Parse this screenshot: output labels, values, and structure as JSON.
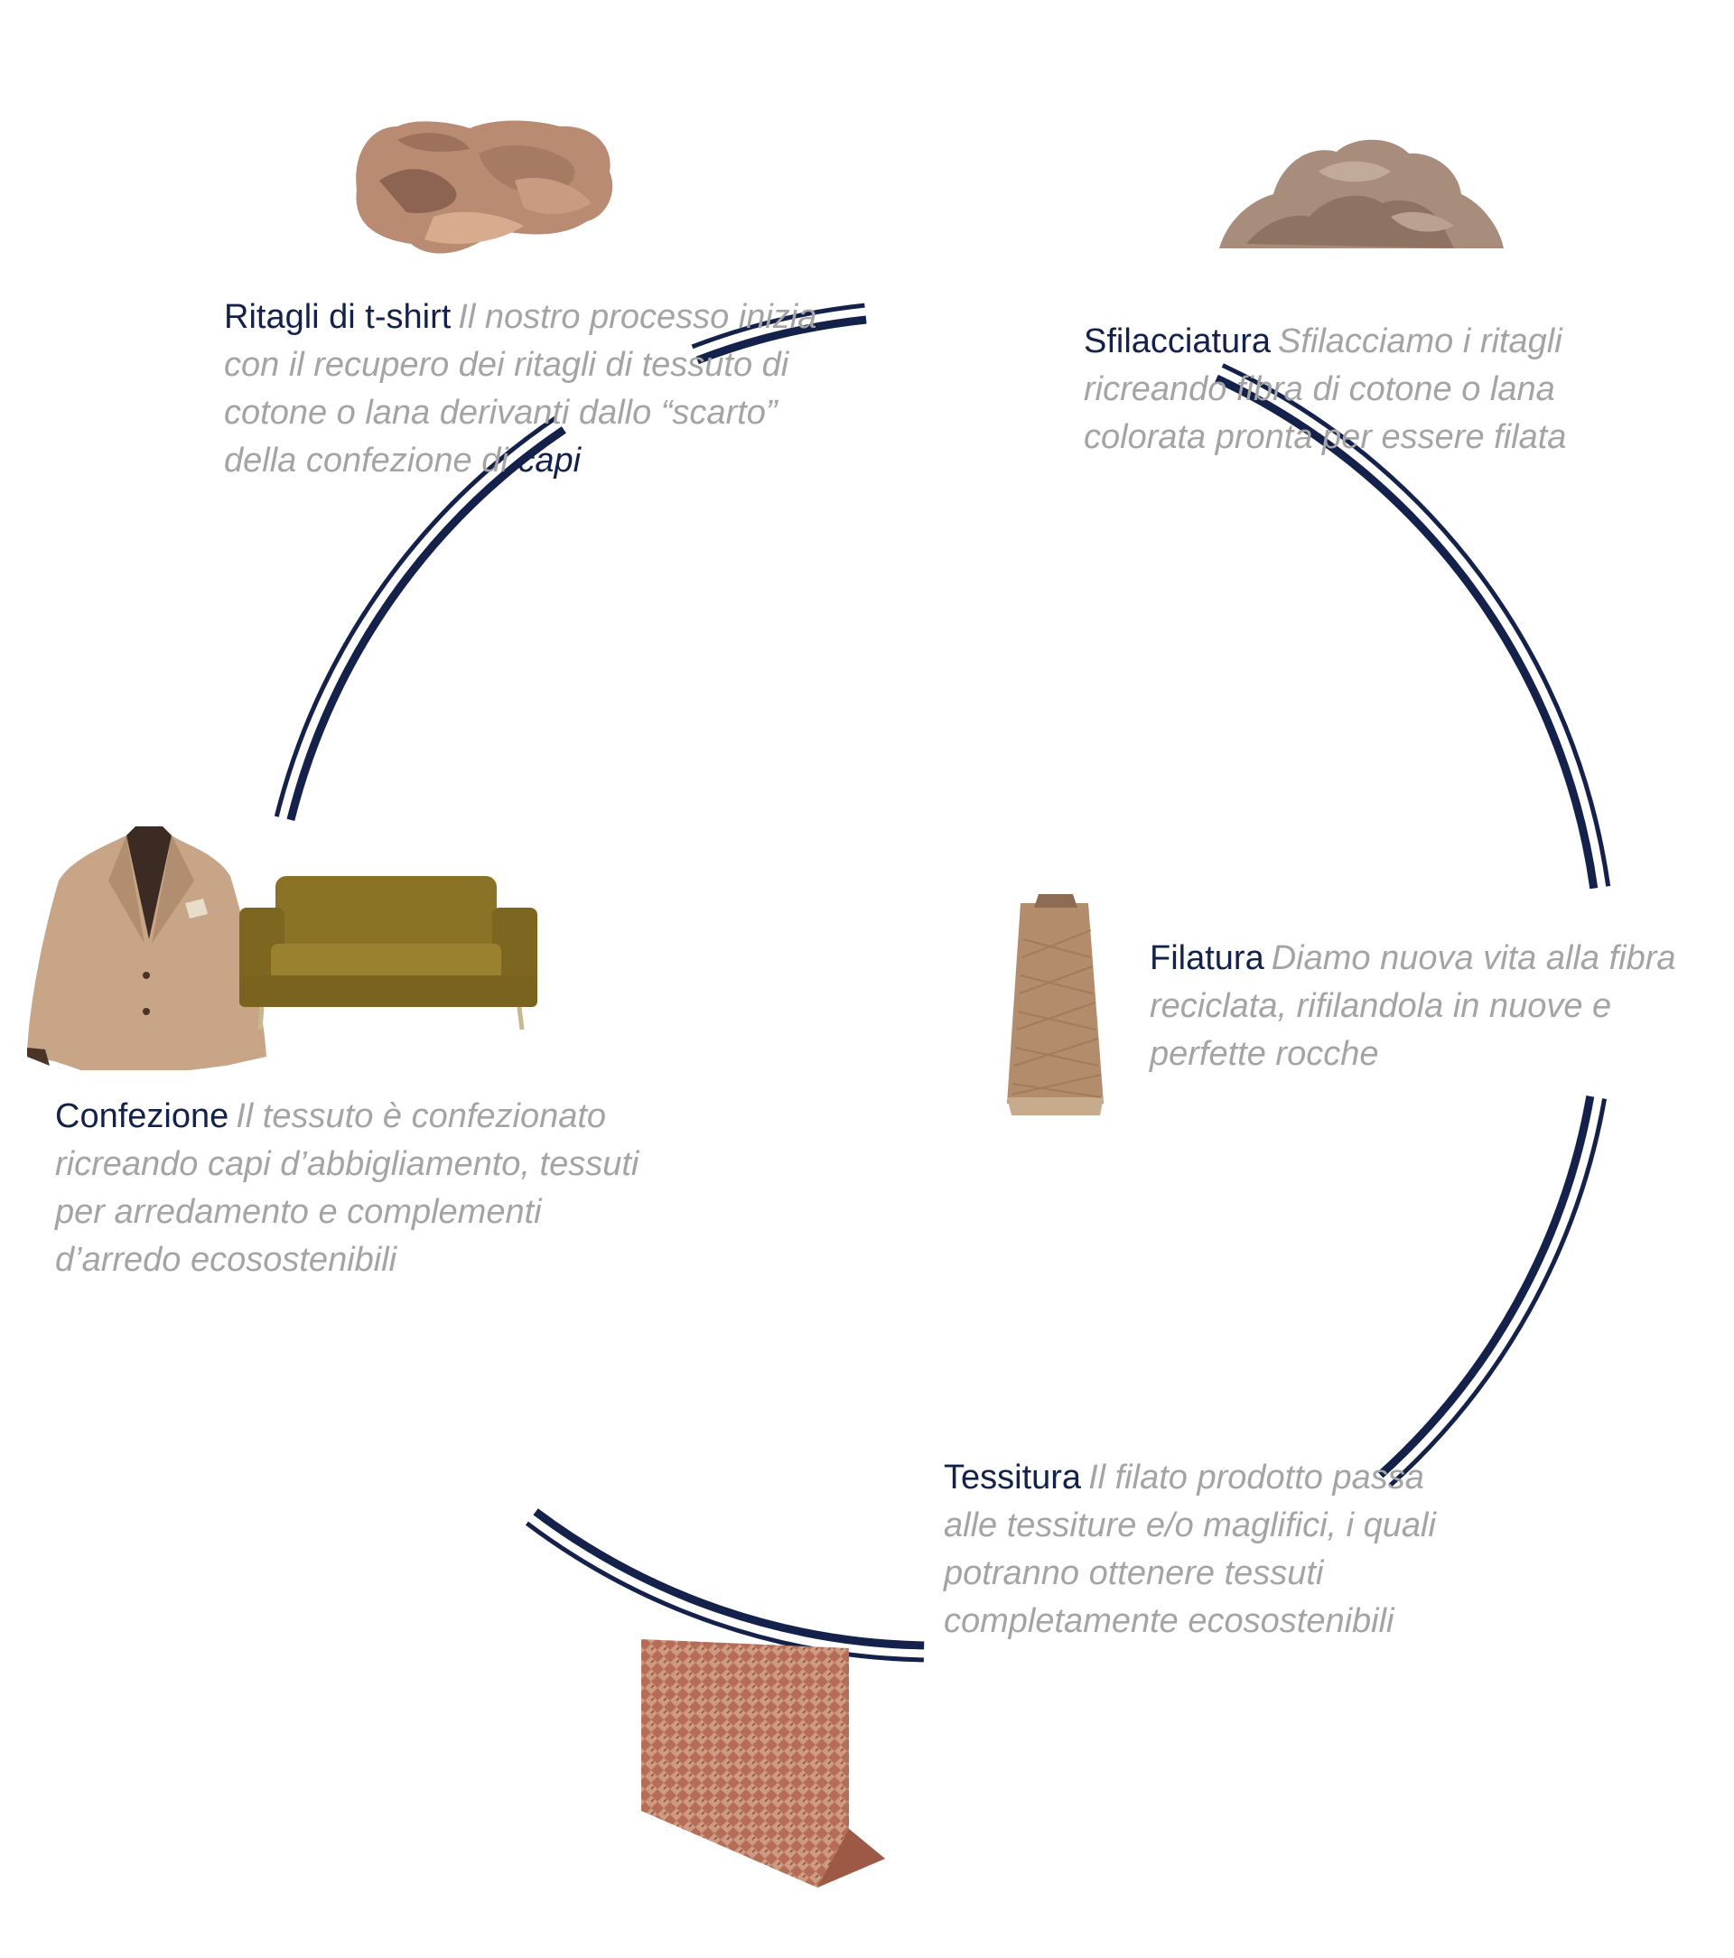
{
  "colors": {
    "ring": "#14214b",
    "title": "#14214b",
    "description": "#a4a4a4",
    "tan": "#b08b6d",
    "sofa": "#8a7226",
    "fabric": "#b06a55"
  },
  "steps": [
    {
      "id": "ritagli",
      "title": "Ritagli di t-shirt",
      "text": "Il nostro processo inizia con il recupero dei ritagli di tessuto di cotone o lana derivanti dallo “scarto” della confezione di ",
      "text_tail": "capi",
      "image": "fabric-scraps"
    },
    {
      "id": "sfilacciatura",
      "title": "Sfilacciatura",
      "text": "Sfilacciamo i ritagli ricreando fibra di cotone o lana colorata pronta per essere filata",
      "image": "fiber-pile"
    },
    {
      "id": "filatura",
      "title": "Filatura",
      "text": "Diamo nuova vita alla fibra reciclata, rifilandola in nuove e perfette rocche",
      "image": "yarn-cone"
    },
    {
      "id": "tessitura",
      "title": "Tessitura",
      "text": "Il filato prodotto passa alle tessiture e/o maglifici, i quali potranno ottenere tessuti completamente ecosostenibili",
      "image": "woven-fabric"
    },
    {
      "id": "confezione",
      "title": "Confezione",
      "text": "Il tessuto è confezionato ricreando capi d’abbigliamento, tessuti per arredamento e complementi d’arredo ecosostenibili",
      "image": "jacket-and-sofa"
    }
  ]
}
